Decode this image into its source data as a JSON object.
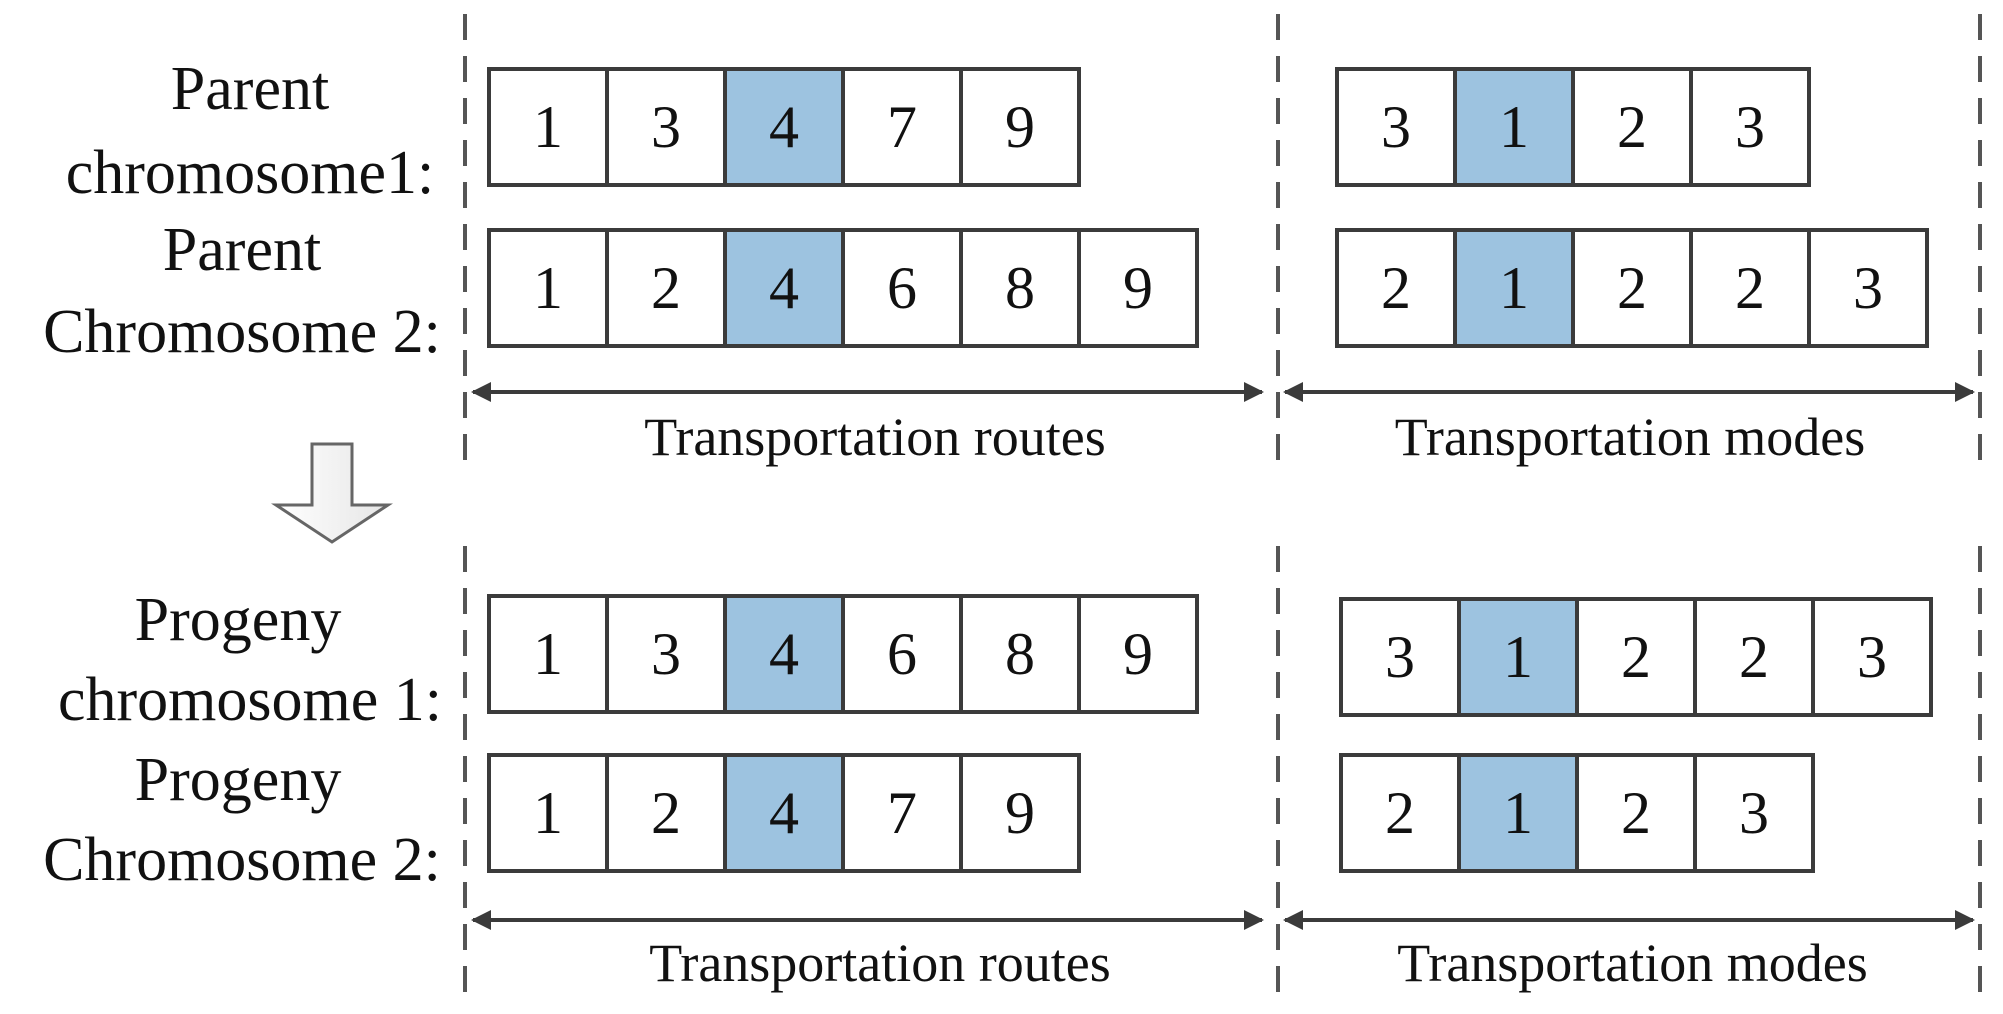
{
  "highlight_color": "#9dc3e0",
  "parents": {
    "chromosome1_label_line1": "Parent",
    "chromosome1_label_line2": "chromosome1:",
    "chromosome2_label_line1": "Parent",
    "chromosome2_label_line2": "Chromosome 2:",
    "chromosome1_routes": [
      "1",
      "3",
      "4",
      "7",
      "9"
    ],
    "chromosome1_modes": [
      "3",
      "1",
      "2",
      "3"
    ],
    "chromosome2_routes": [
      "1",
      "2",
      "4",
      "6",
      "8",
      "9"
    ],
    "chromosome2_modes": [
      "2",
      "1",
      "2",
      "2",
      "3"
    ],
    "routes_caption": "Transportation routes",
    "modes_caption": "Transportation modes"
  },
  "progeny": {
    "chromosome1_label_line1": "Progeny",
    "chromosome1_label_line2": "chromosome 1:",
    "chromosome2_label_line1": "Progeny",
    "chromosome2_label_line2": "Chromosome 2:",
    "chromosome1_routes": [
      "1",
      "3",
      "4",
      "6",
      "8",
      "9"
    ],
    "chromosome1_modes": [
      "3",
      "1",
      "2",
      "2",
      "3"
    ],
    "chromosome2_routes": [
      "1",
      "2",
      "4",
      "7",
      "9"
    ],
    "chromosome2_modes": [
      "2",
      "1",
      "2",
      "3"
    ],
    "routes_caption": "Transportation routes",
    "modes_caption": "Transportation modes"
  }
}
